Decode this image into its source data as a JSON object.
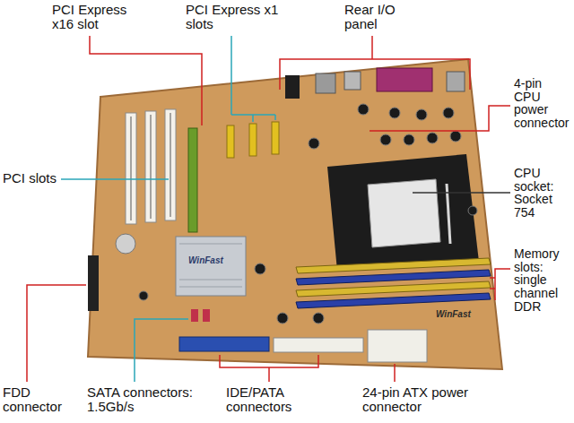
{
  "diagram": {
    "labels": [
      "PCI Express x16 slot",
      "PCI Express x1 slots",
      "Rear I/O panel",
      "4-pin CPU power connector",
      "PCI slots",
      "CPU socket: Socket 754",
      "WinFast",
      "WinFast",
      "Memory slots: single channel DDR",
      "FDD connector",
      "SATA connectors: 1.5Gb/s",
      "IDE/PATA connectors",
      "24-pin ATX power connector"
    ]
  }
}
